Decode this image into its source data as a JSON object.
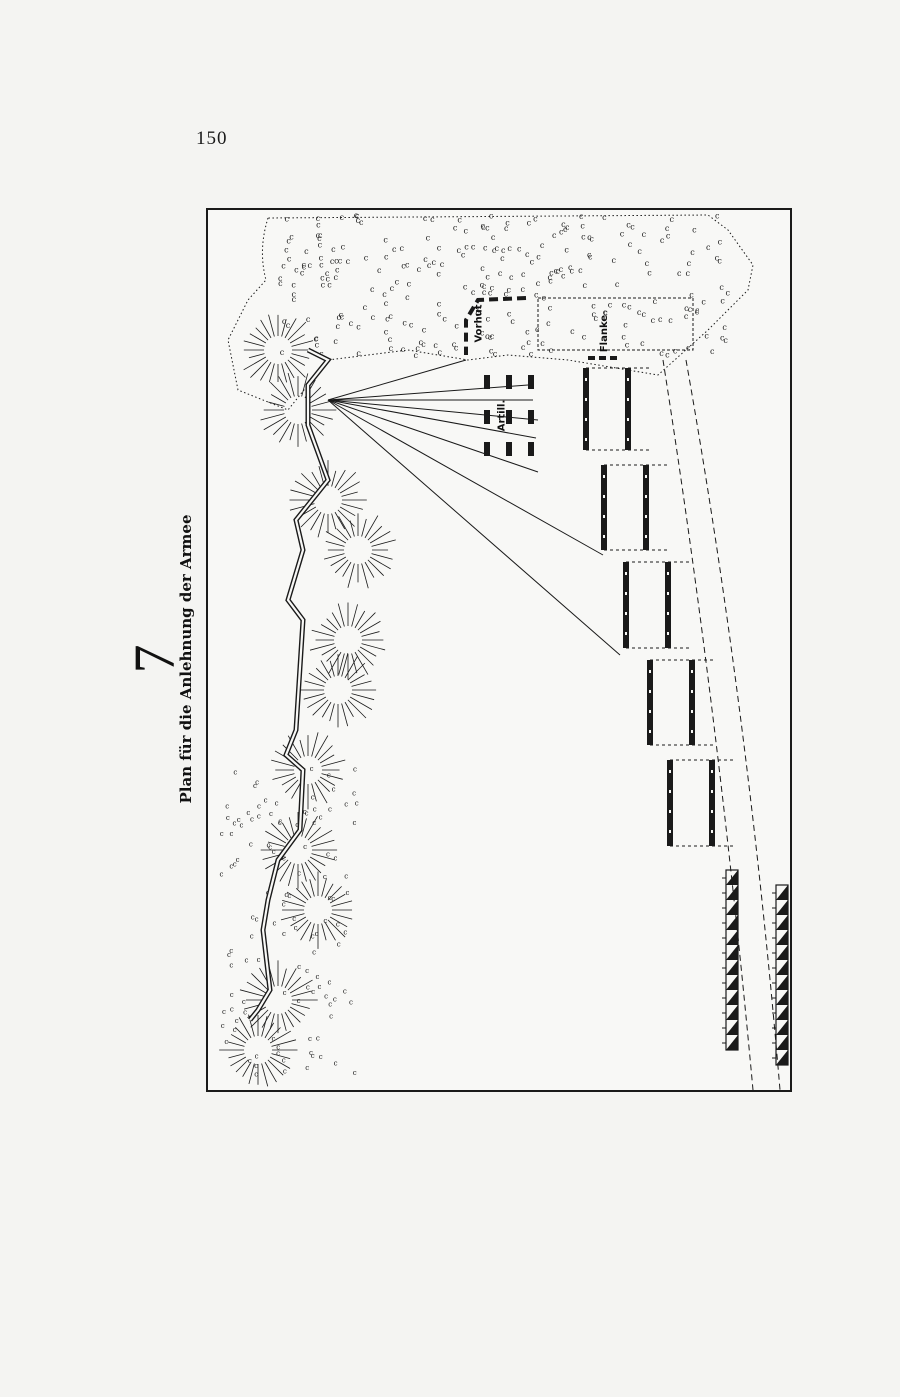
{
  "page": {
    "number": "150"
  },
  "heading": {
    "plate_number": "7",
    "title": "Plan für die Anlehnung der Armee"
  },
  "map": {
    "labels": {
      "vorhut": "Vorhut",
      "artillerie": "Artill.",
      "flanke": "Flanke"
    },
    "colors": {
      "ink": "#1a1a1a",
      "paper": "#f8f8f6"
    }
  }
}
